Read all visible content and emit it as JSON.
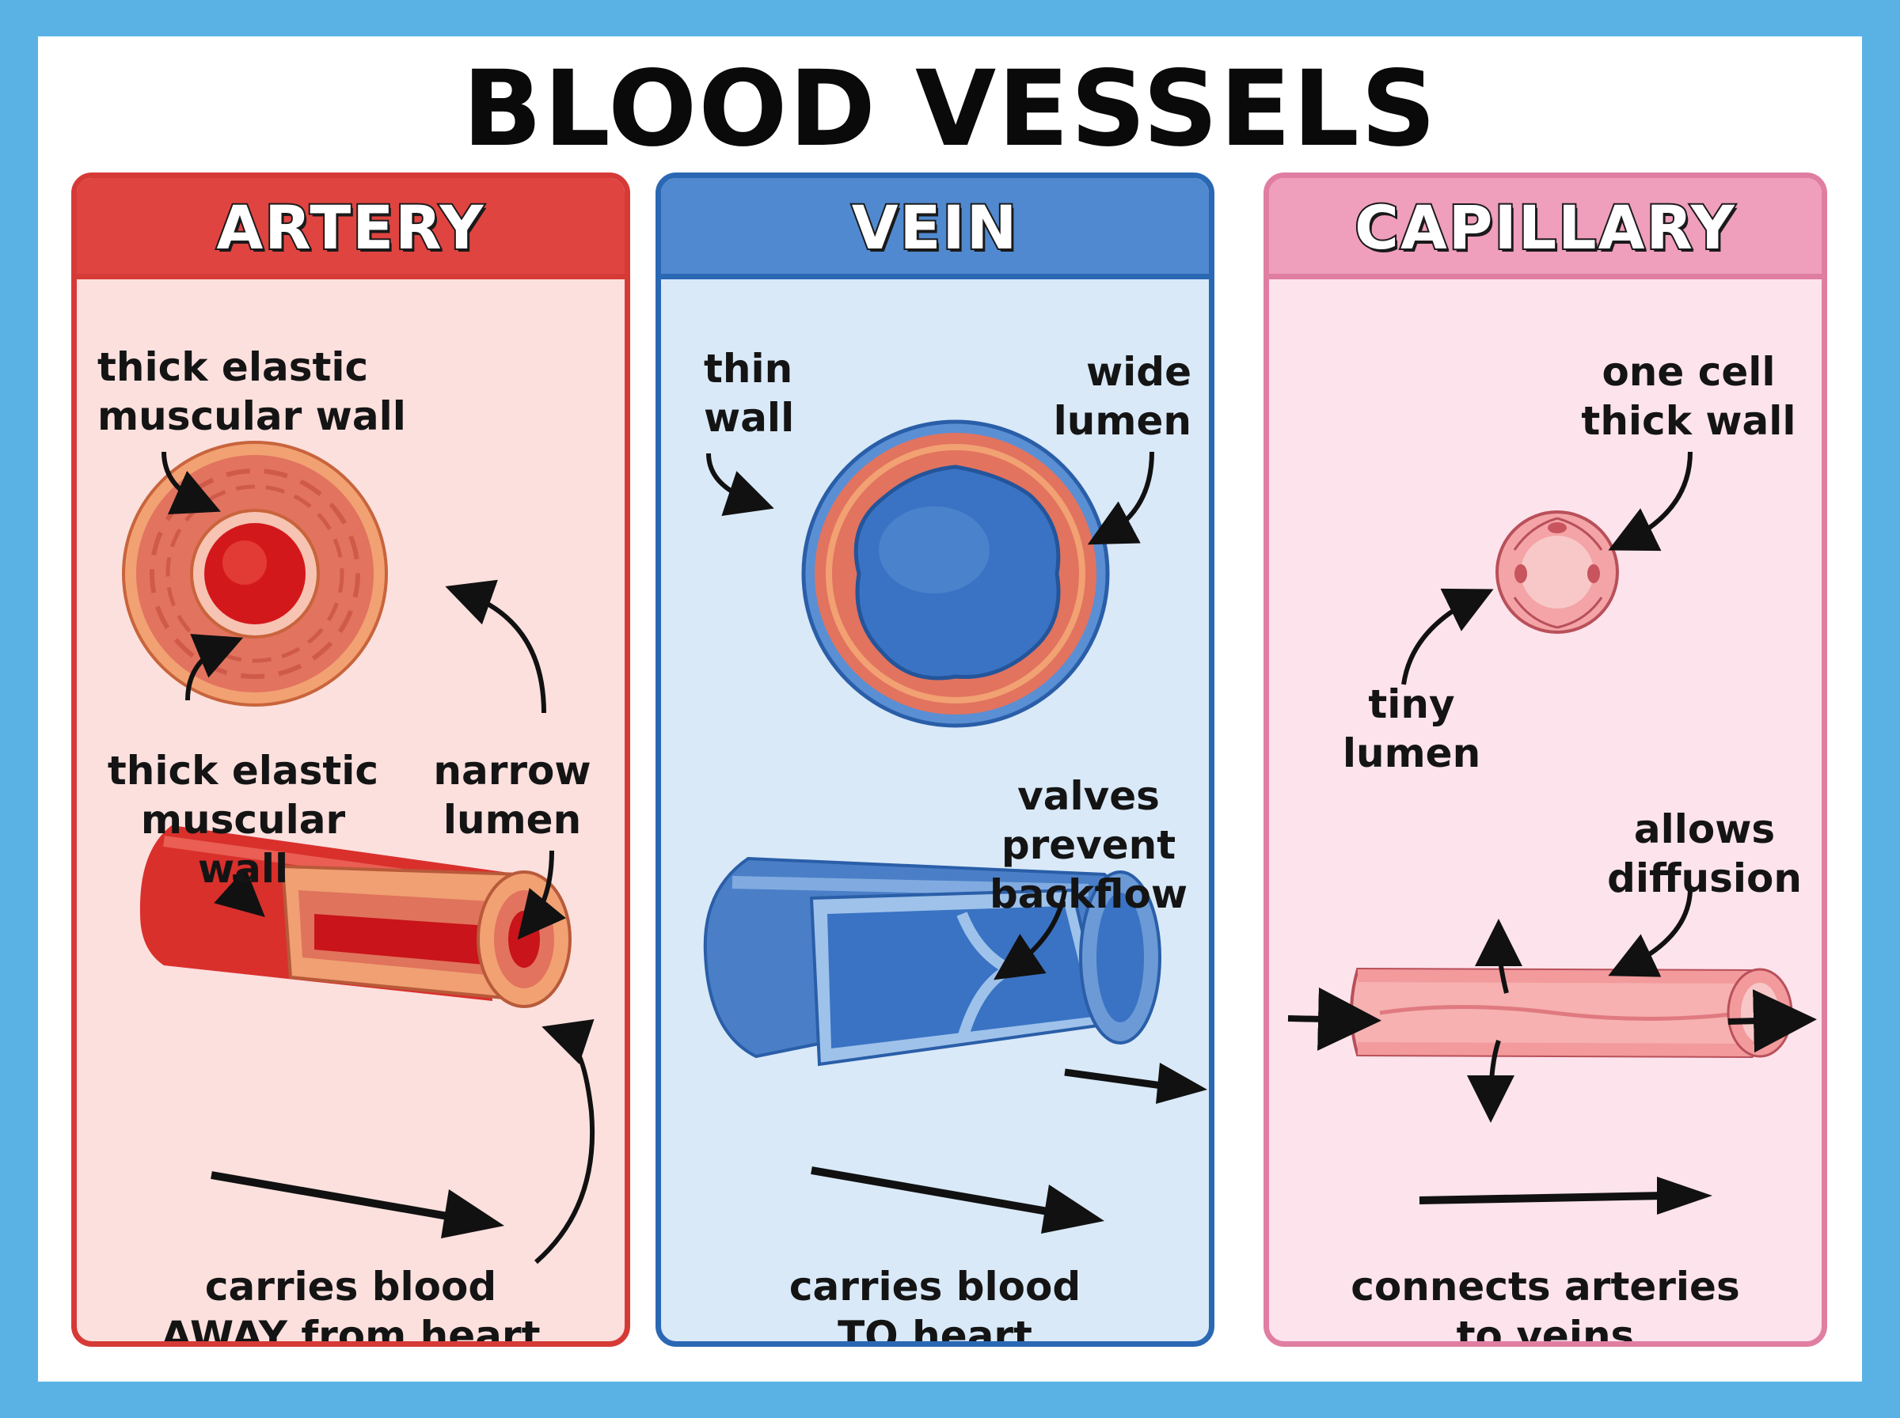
{
  "title": "BLOOD VESSELS",
  "colors": {
    "background": "#5ab2e4",
    "artery": "#e04440",
    "vein": "#5089cf",
    "capillary": "#ef9ebc"
  },
  "artery": {
    "heading": "ARTERY",
    "label_wall_top": "thick elastic\nmuscular wall",
    "label_wall_mid": "thick elastic\nmuscular\nwall",
    "label_lumen": "narrow\nlumen",
    "label_bottom": "carries blood\nAWAY from heart"
  },
  "vein": {
    "heading": "VEIN",
    "label_thin_wall": "thin\nwall",
    "label_wide_lumen": "wide\nlumen",
    "label_valves": "valves\nprevent\nbackflow",
    "label_bottom": "carries blood\nTO heart"
  },
  "capillary": {
    "heading": "CAPILLARY",
    "label_wall": "one cell\nthick wall",
    "label_lumen": "tiny\nlumen",
    "label_diffusion": "allows\ndiffusion",
    "label_bottom": "connects arteries\nto veins"
  }
}
